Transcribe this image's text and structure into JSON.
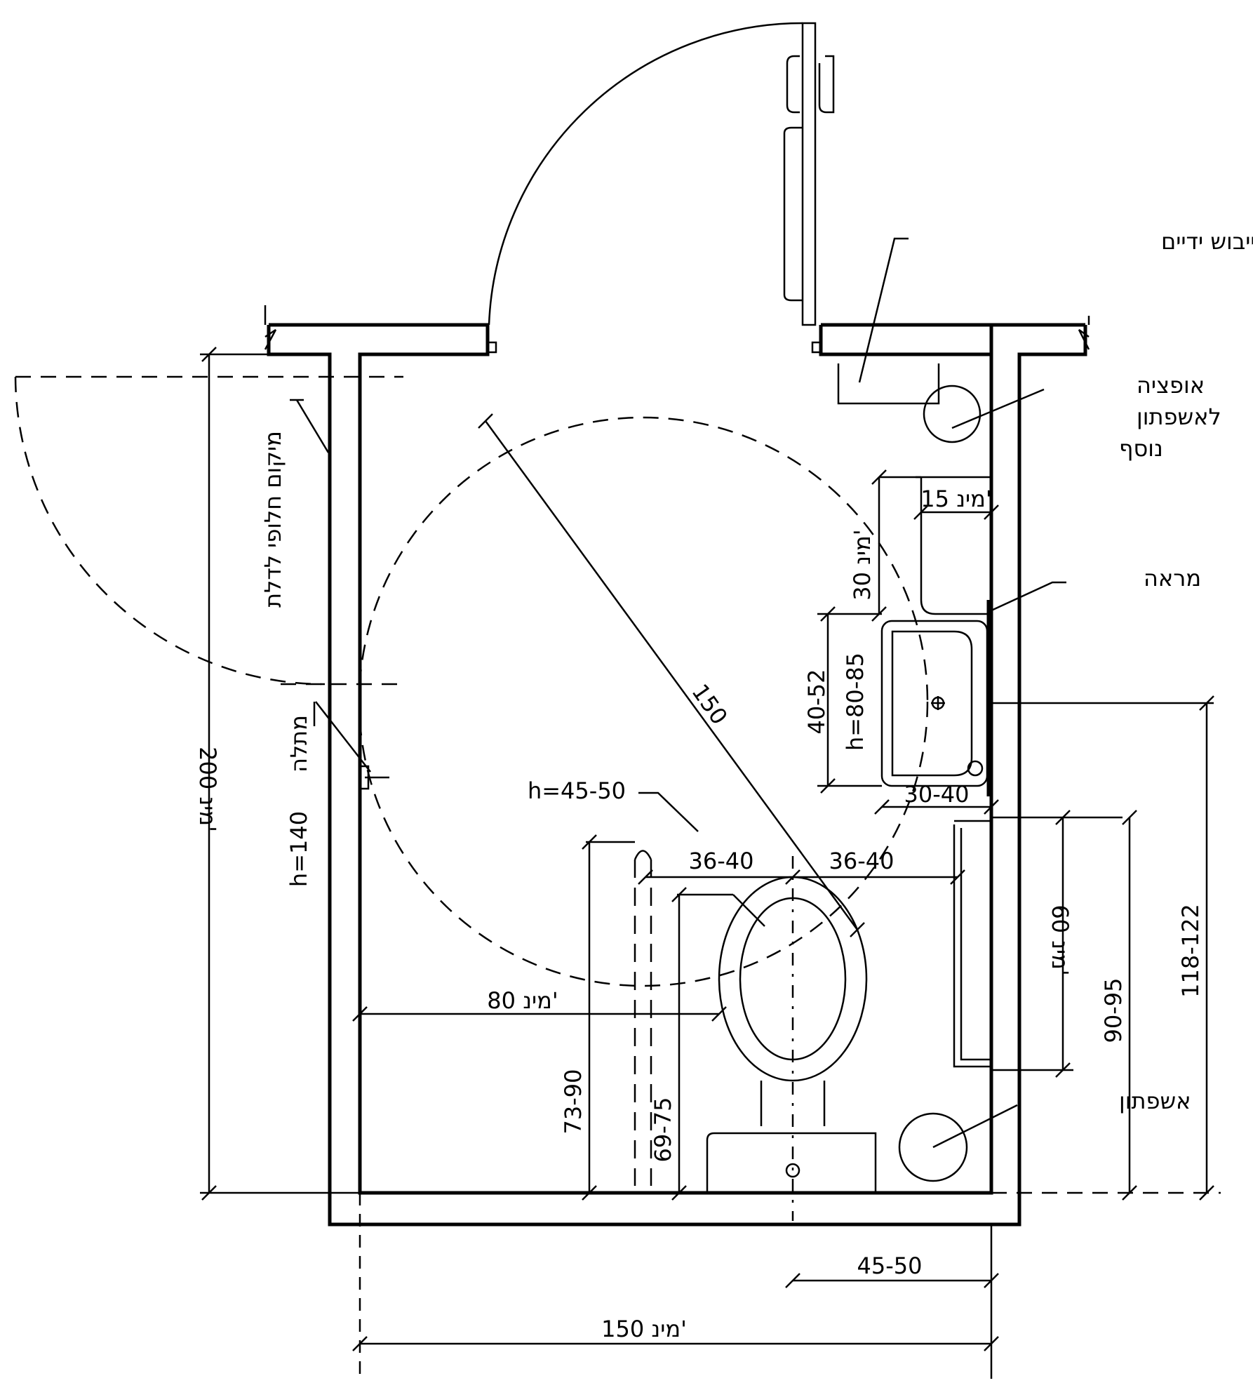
{
  "labels": {
    "hand_dryer": "מתקן לייבוש ידיים",
    "extra_bin_line1": "אופציה",
    "extra_bin_line2": "לאשפתון",
    "extra_bin_line3": "נוסף",
    "mirror": "מראה",
    "bin": "אשפתון",
    "alt_door_location": "מיקום חלופי לדלת",
    "hanger": "מתלה",
    "hanger_height": "h=140"
  },
  "dimensions": {
    "turning_circle": "150",
    "room_length": "200 מינ'",
    "room_width": "150 מינ'",
    "toilet_centre_to_wall": "45-50",
    "sink_clear": "15 מינ'",
    "mirror_depth": "30 מינ'",
    "sink_height": "h=80-85",
    "sink_depth": "40-52",
    "sink_to_wall": "30-40",
    "seat_height": "h=45-50",
    "seat_width_left": "36-40",
    "seat_width_right": "36-40",
    "clearance_beside_toilet": "80 מינ'",
    "bar_length": "60 מינ'",
    "bar_height_a": "73-90",
    "bar_height_b": "69-75",
    "grab_bar_height": "90-95",
    "mirror_height": "118-122"
  }
}
